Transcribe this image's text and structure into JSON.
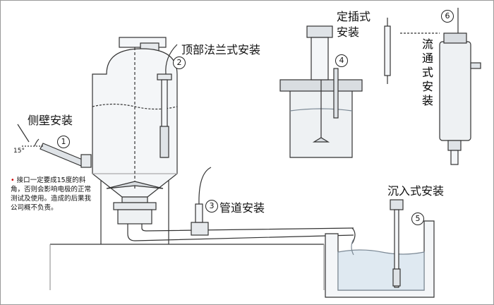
{
  "labels": {
    "side_wall": "侧壁安装",
    "top_flange": "顶部法兰式安装",
    "plug_in": "定插式\n安装",
    "flow_through": "流通式安装",
    "pipeline": "管道安装",
    "immersion": "沉入式安装"
  },
  "numbers": {
    "n1": "1",
    "n2": "2",
    "n3": "3",
    "n4": "4",
    "n5": "5",
    "n6": "6"
  },
  "angle_label": "15°",
  "note": {
    "bullet": "•",
    "text": "接口一定要成15度的斜角，否则会影响电极的正常测试及使用。造成的后果我公司概不负责。"
  },
  "colors": {
    "line": "#333333",
    "fill_light": "#f4f6f8",
    "liquid": "#dfe9f1",
    "grey": "#9aa3aa",
    "note_star": "#d00000"
  }
}
